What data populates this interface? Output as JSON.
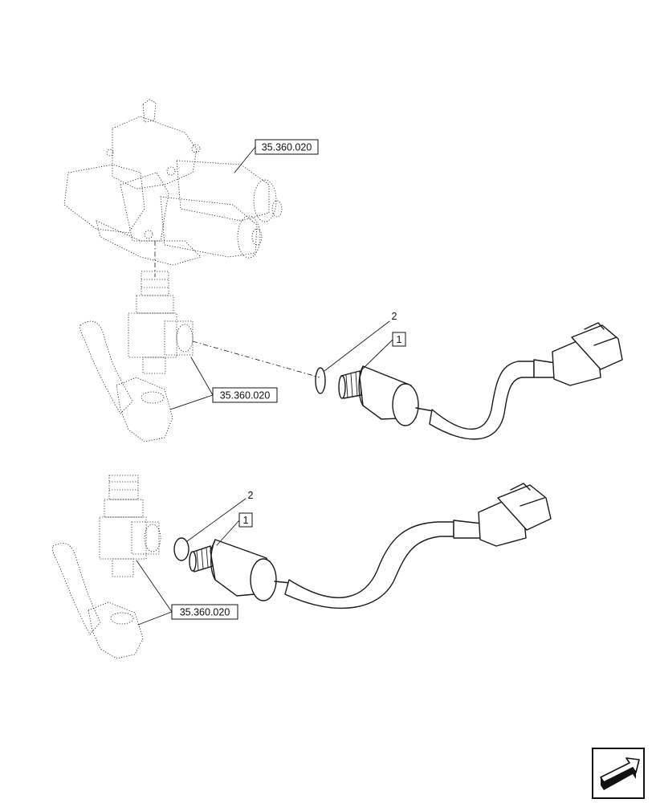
{
  "callouts": {
    "ref_upper_valve": "35.360.020",
    "ref_upper_tee": "35.360.020",
    "ref_lower_tee": "35.360.020",
    "item_2_upper": "2",
    "item_1_upper": "1",
    "item_2_lower": "2",
    "item_1_lower": "1"
  },
  "nav_icon": "next-page-arrow-icon"
}
